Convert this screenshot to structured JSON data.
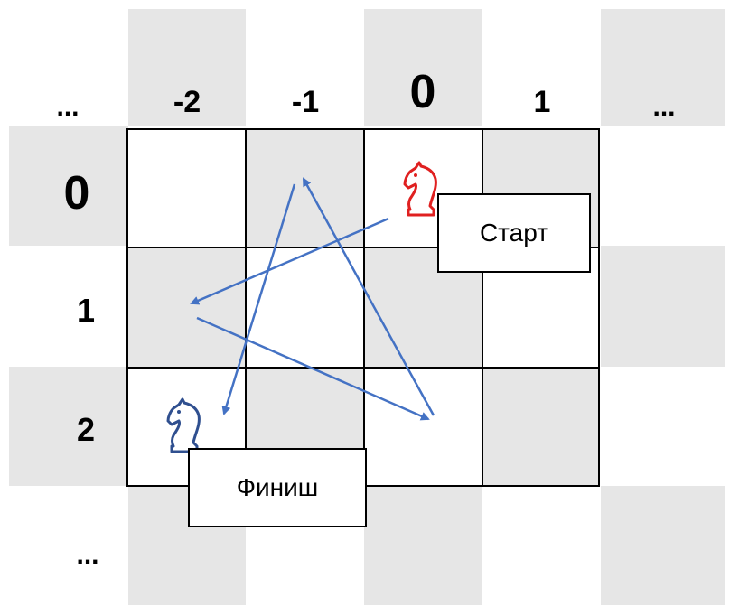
{
  "columns": {
    "left_ellipsis": "...",
    "labels": [
      "-2",
      "-1",
      "0",
      "1"
    ],
    "right_ellipsis": "..."
  },
  "rows": {
    "labels": [
      "0",
      "1",
      "2"
    ],
    "bottom_ellipsis": "..."
  },
  "start_label": "Старт",
  "finish_label": "Финиш",
  "colors": {
    "grey_square": "#e6e6e6",
    "arrow": "#4472c4",
    "start_knight": "#e02020",
    "finish_knight": "#2f4f8f"
  },
  "icons": {
    "start": "chess-knight-red",
    "finish": "chess-knight-blue"
  }
}
